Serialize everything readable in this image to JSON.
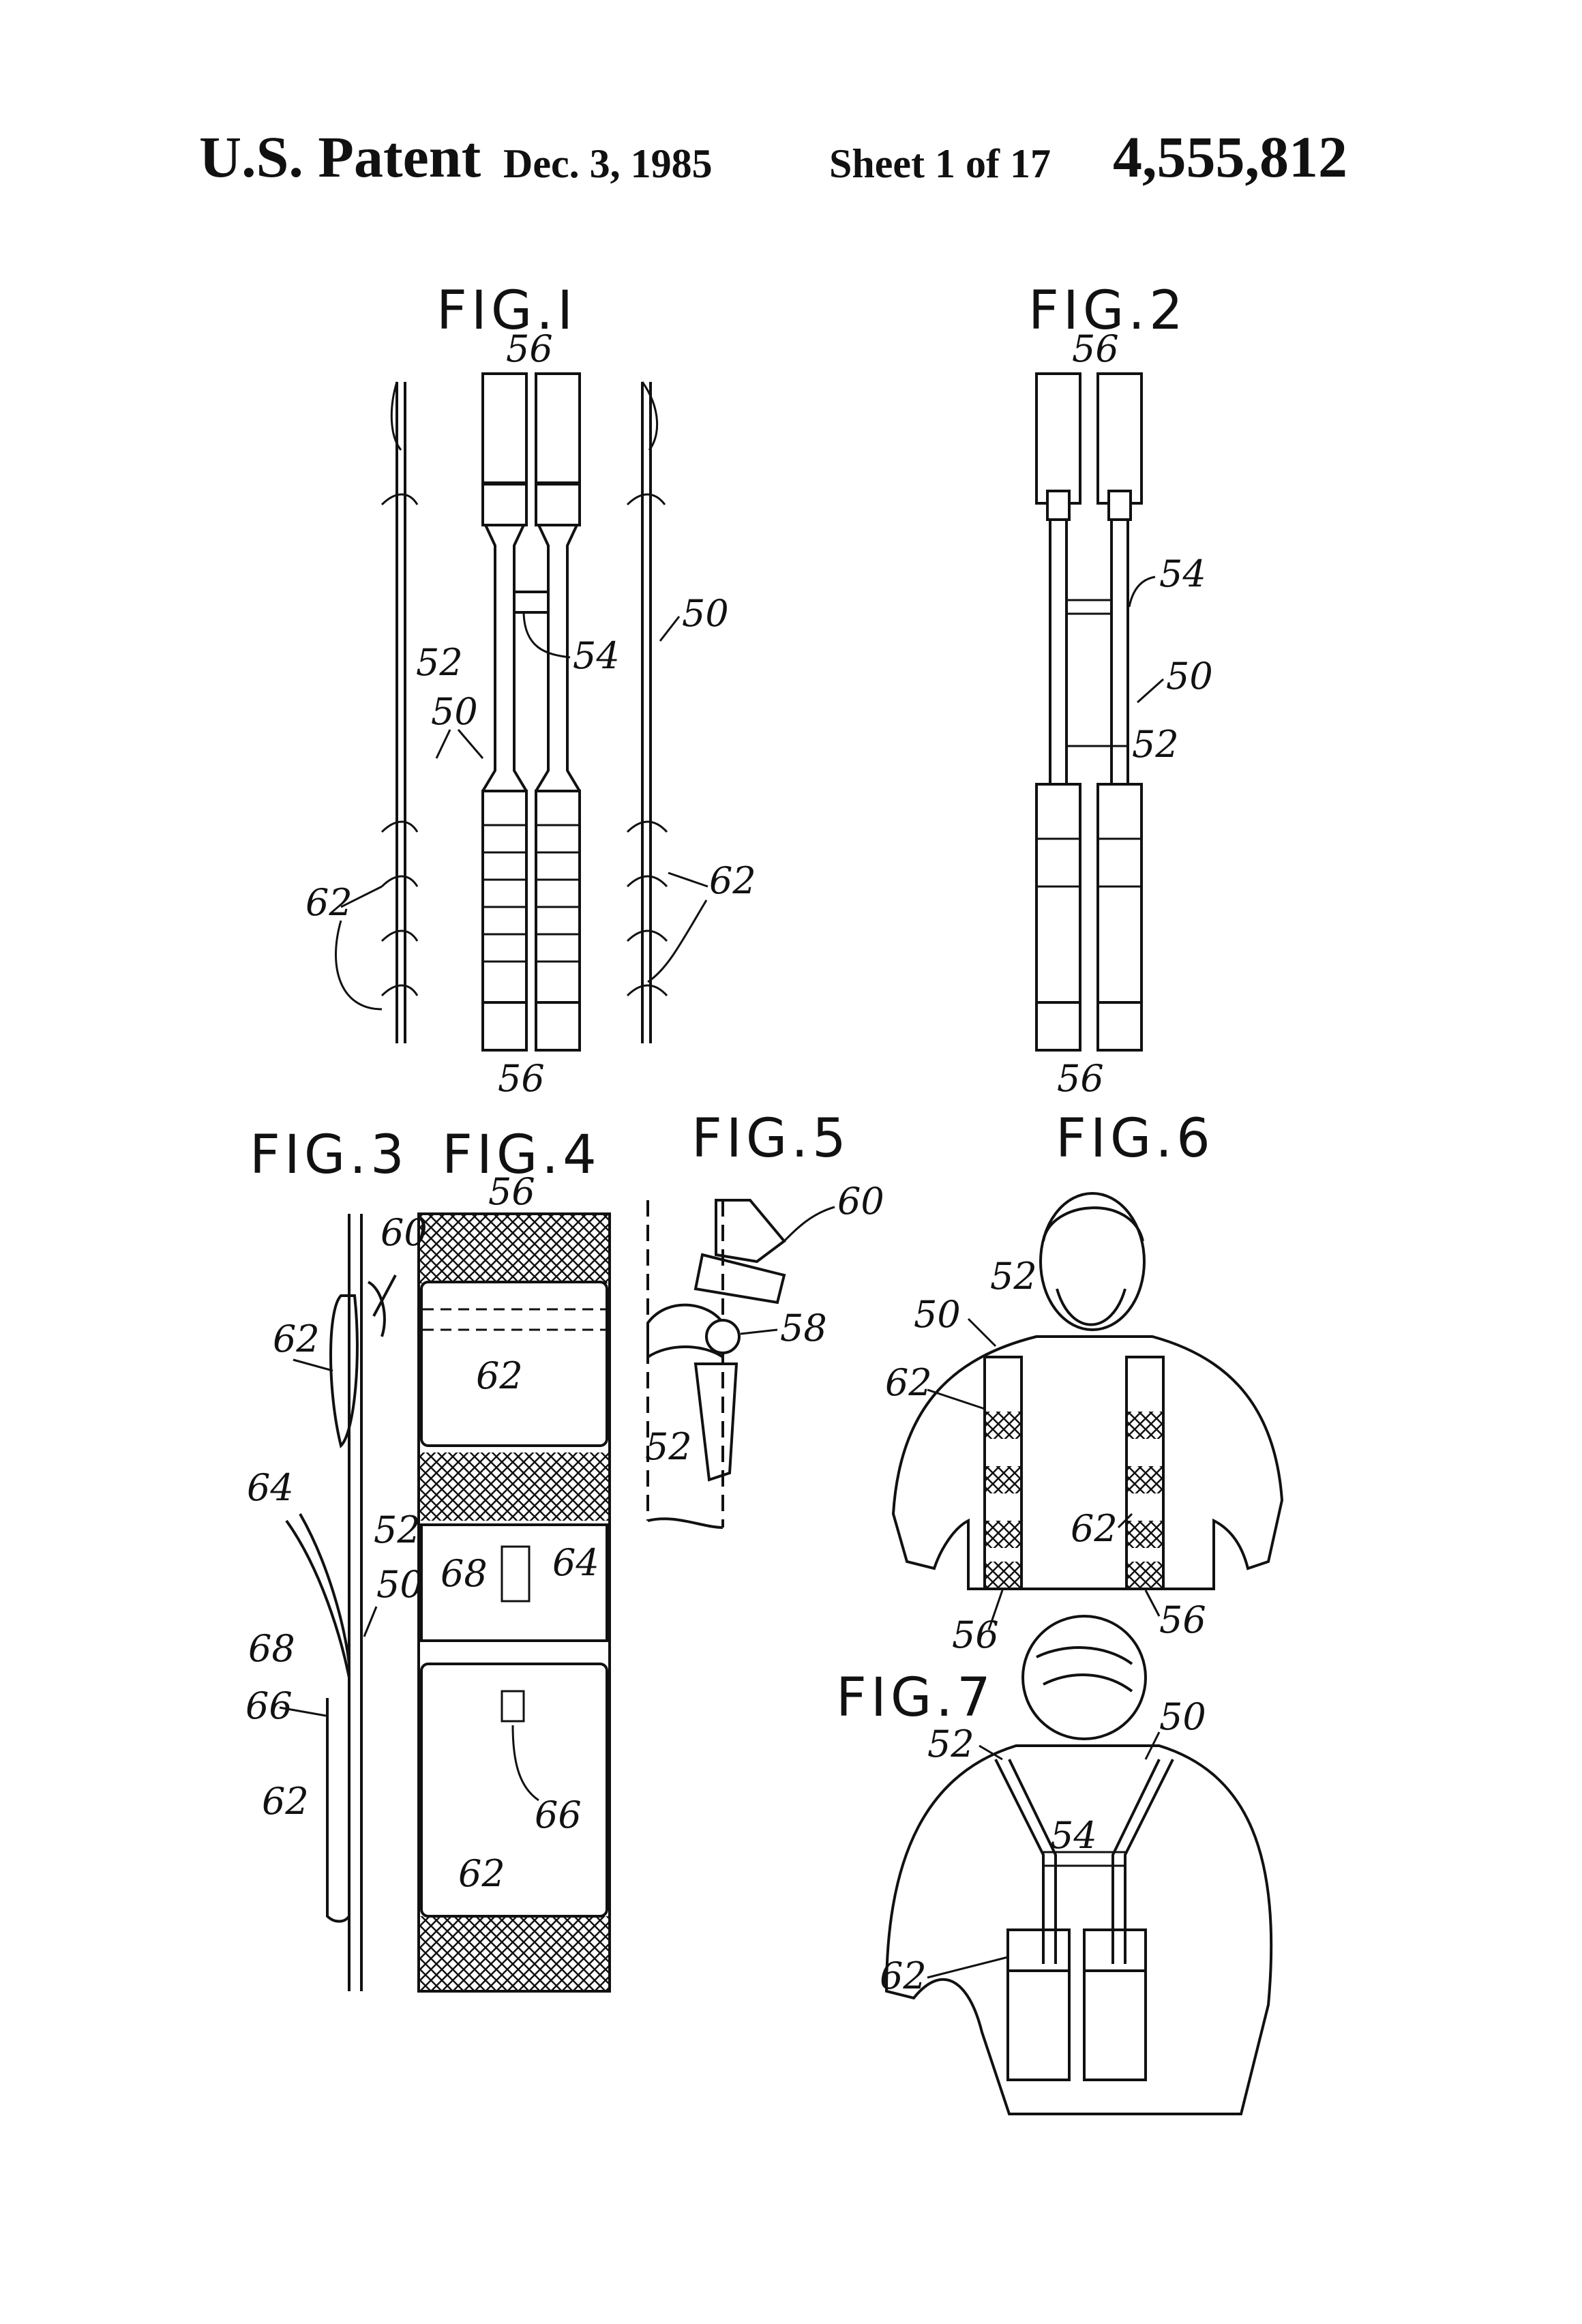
{
  "header": {
    "kind": "U.S. Patent",
    "date": "Dec. 3, 1985",
    "sheet": "Sheet 1 of 17",
    "number": "4,555,812"
  },
  "figures": {
    "fig1": {
      "label": "FIG.I",
      "refs": [
        "56",
        "54",
        "50",
        "52",
        "50",
        "62",
        "62",
        "56"
      ]
    },
    "fig2": {
      "label": "FIG.2",
      "refs": [
        "56",
        "54",
        "50",
        "52",
        "56"
      ]
    },
    "fig3": {
      "label": "FIG.3",
      "refs": [
        "60",
        "62",
        "64",
        "52",
        "50",
        "68",
        "66",
        "62"
      ]
    },
    "fig4": {
      "label": "FIG.4",
      "refs": [
        "56",
        "62",
        "68",
        "64",
        "66",
        "62"
      ]
    },
    "fig5": {
      "label": "FIG.5",
      "refs": [
        "60",
        "58",
        "52"
      ]
    },
    "fig6": {
      "label": "FIG.6",
      "refs": [
        "52",
        "50",
        "62",
        "62",
        "56",
        "56"
      ]
    },
    "fig7": {
      "label": "FIG.7",
      "refs": [
        "52",
        "50",
        "54",
        "62"
      ]
    }
  }
}
